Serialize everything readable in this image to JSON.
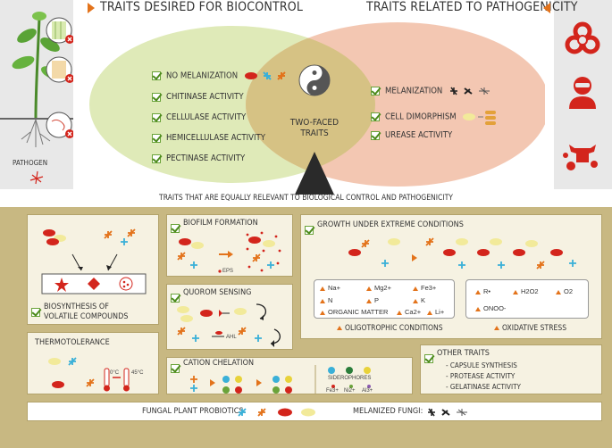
{
  "headers": {
    "left": "TRAITS DESIRED FOR BIOCONTROL",
    "right": "TRAITS RELATED TO PATHOGENICITY"
  },
  "left_panel": {
    "pathogen_label": "PATHOGEN"
  },
  "center_label": "TWO-FACED TRAITS",
  "biocontrol_traits": [
    "NO MELANIZATION",
    "CHITINASE ACTIVITY",
    "CELLULASE ACTIVITY",
    "HEMICELLULASE ACTIVITY",
    "PECTINASE ACTIVITY"
  ],
  "pathogenicity_traits": [
    "MELANIZATION",
    "CELL DIMORPHISM",
    "UREASE ACTIVITY"
  ],
  "shared_header": "TRAITS THAT ARE EQUALLY RELEVANT TO BIOLOGICAL CONTROL AND PATHOGENICITY",
  "boxes": {
    "volatile": "BIOSYNTHESIS OF VOLATILE COMPOUNDS",
    "thermo": "THERMOTOLERANCE",
    "temp_low": "0°C",
    "temp_high": "45°C",
    "biofilm": "BIOFILM FORMATION",
    "eps": "EPS",
    "quorum": "QUOROM SENSING",
    "ahl": "AHL",
    "cation": "CATION CHELATION",
    "siderophores": "SIDEROPHORES",
    "metals": [
      "Fe3+",
      "Ni2+",
      "Al3+"
    ],
    "extreme": "GROWTH UNDER EXTREME CONDITIONS",
    "oligotrophic_items": [
      "Na+",
      "Mg2+",
      "Fe3+",
      "N",
      "P",
      "K",
      "ORGANIC MATTER",
      "Ca2+",
      "Li+"
    ],
    "oligotrophic_label": "OLIGOTROPHIC CONDITIONS",
    "oxidative_items": [
      "R•",
      "H2O2",
      "O2",
      "ONOO-"
    ],
    "oxidative_label": "OXIDATIVE STRESS",
    "other": "OTHER TRAITS",
    "other_items": [
      "- CAPSULE SYNTHESIS",
      "- PROTEASE ACTIVITY",
      "- GELATINASE ACTIVITY"
    ]
  },
  "footer": {
    "probiotics": "FUNGAL PLANT PROBIOTICS:",
    "melanized": "MELANIZED FUNGI:"
  },
  "colors": {
    "venn_left": "#dfeab8",
    "venn_right": "#f3c7b2",
    "venn_overlap": "#d6c284",
    "accent_orange": "#e3731b",
    "hazard_red": "#d3251c",
    "bottom_bg": "#c8b882",
    "box_bg": "#f6f2e2"
  },
  "icons": [
    "biohazard-icon",
    "masked-person-icon",
    "cow-icon",
    "yin-yang-icon",
    "plant-icon",
    "thermometer-icon"
  ]
}
